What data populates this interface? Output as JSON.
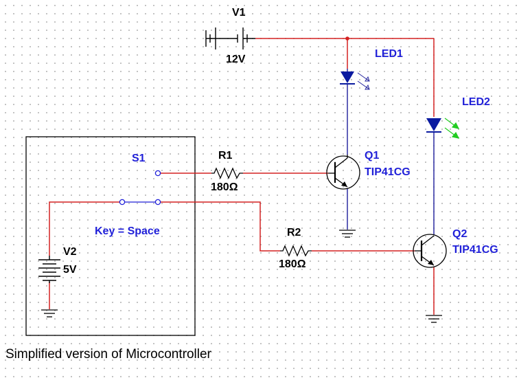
{
  "v1": {
    "name": "V1",
    "value": "12V"
  },
  "led1": {
    "name": "LED1"
  },
  "led2": {
    "name": "LED2"
  },
  "s1": {
    "name": "S1",
    "key": "Key = Space"
  },
  "r1": {
    "name": "R1",
    "value": "180Ω"
  },
  "r2": {
    "name": "R2",
    "value": "180Ω"
  },
  "q1": {
    "name": "Q1",
    "part": "TIP41CG"
  },
  "q2": {
    "name": "Q2",
    "part": "TIP41CG"
  },
  "v2": {
    "name": "V2",
    "value": "5V"
  },
  "caption": "Simplified version of Microcontroller",
  "colors": {
    "wire": "#d42020",
    "wire_neutral": "#2a2aa0",
    "label": "#1f1fd8",
    "symbol": "#000000",
    "led_red": "#0a1aa0",
    "led_green": "#22cc22",
    "switch_node": "#1f1fd8"
  }
}
